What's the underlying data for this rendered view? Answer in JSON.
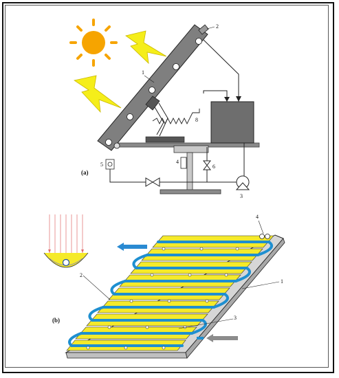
{
  "figure": {
    "panel_a": {
      "caption": "(a)",
      "labels": {
        "collector": "1",
        "vent": "2",
        "pump": "3",
        "support": "4",
        "meter": "5",
        "valve": "6",
        "spring": "8"
      }
    },
    "panel_b": {
      "caption": "(b)",
      "labels": {
        "absorber_tube": "1",
        "reflector": "2",
        "plate": "3",
        "valve": "4"
      }
    },
    "colors": {
      "sun": "#f6a400",
      "lightning": "#f5ee1a",
      "reflector_fill": "#f5ea2a",
      "tube": "#1e8fd0",
      "tank": "#6e6e6e",
      "collector": "#7f7f7f",
      "inlet_arrow": "#8c8c8c",
      "outlet_arrow": "#2a8ad2"
    }
  }
}
